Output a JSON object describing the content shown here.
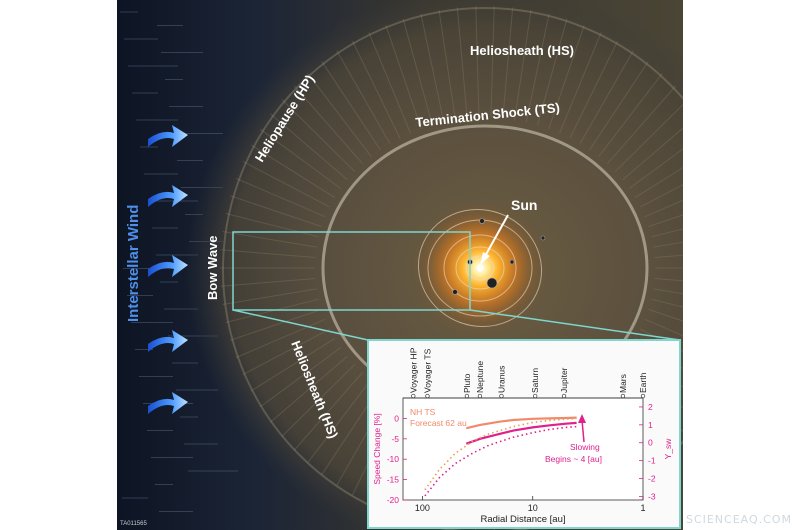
{
  "labels": {
    "heliosheath_top": "Heliosheath (HS)",
    "heliopause": "Heliopause (HP)",
    "termination_shock": "Termination Shock (TS)",
    "sun": "Sun",
    "bow_wave": "Bow Wave",
    "interstellar_wind": "Interstellar Wind",
    "heliosheath_bottom": "Heliosheath (HS)",
    "image_code": "TA011565"
  },
  "watermark": "SCIENCEAQ.COM",
  "colors": {
    "inset_border": "#7fd6cf",
    "magenta": "#e0208c",
    "salmon": "#f08a6a",
    "orange_dots": "#e8a050",
    "arrow_blue": "#3f8cf0"
  },
  "chart_data": {
    "type": "line",
    "xlabel": "Radial Distance [au]",
    "ylabel_left": "Speed Change [%]",
    "ylabel_right": "Y_sw",
    "x_scale": "log-reversed",
    "xlim": [
      150,
      1
    ],
    "ylim_left": [
      -20,
      5
    ],
    "ylim_right": [
      -3.2,
      2.5
    ],
    "x_ticks": [
      100,
      10,
      1
    ],
    "y_ticks_left": [
      0,
      -5,
      -10,
      -15,
      -20
    ],
    "y_ticks_right": [
      2,
      1,
      0,
      -1,
      -2,
      -3
    ],
    "top_markers": [
      {
        "name": "Voyager HP",
        "x": 121
      },
      {
        "name": "Voyager TS",
        "x": 90
      },
      {
        "name": "Pluto",
        "x": 39.5
      },
      {
        "name": "Neptune",
        "x": 30.1
      },
      {
        "name": "Uranus",
        "x": 19.2
      },
      {
        "name": "Saturn",
        "x": 9.5
      },
      {
        "name": "Jupiter",
        "x": 5.2
      },
      {
        "name": "Mars",
        "x": 1.52
      },
      {
        "name": "Earth",
        "x": 1
      }
    ],
    "annotations": {
      "nh_ts": "NH TS",
      "forecast": "Forecast 62 au",
      "slowing_line1": "Slowing",
      "slowing_line2": "Begins ~ 4 [au]"
    },
    "series": [
      {
        "x": [
          40,
          30,
          20,
          15,
          10,
          7,
          5,
          4
        ],
        "y": [
          -2.4,
          -1.6,
          -0.8,
          -0.4,
          -0.1,
          0.0,
          0.1,
          0.2
        ]
      },
      {
        "x": [
          40,
          30,
          20,
          15,
          10,
          7,
          5,
          4
        ],
        "y": [
          -6.2,
          -5.0,
          -3.8,
          -3.0,
          -2.2,
          -1.7,
          -1.3,
          -1.1
        ]
      },
      {
        "x": [
          95,
          70,
          50,
          35,
          25,
          15,
          10,
          7,
          5,
          4
        ],
        "y": [
          -17.5,
          -12.5,
          -8.5,
          -5.6,
          -3.8,
          -2.0,
          -1.0,
          -0.5,
          -0.2,
          0.0
        ]
      },
      {
        "x": [
          95,
          70,
          50,
          35,
          25,
          15,
          10,
          7,
          5,
          4
        ],
        "y": [
          -19.0,
          -14.5,
          -11.0,
          -8.5,
          -6.6,
          -4.6,
          -3.5,
          -2.7,
          -2.2,
          -2.0
        ]
      }
    ]
  }
}
